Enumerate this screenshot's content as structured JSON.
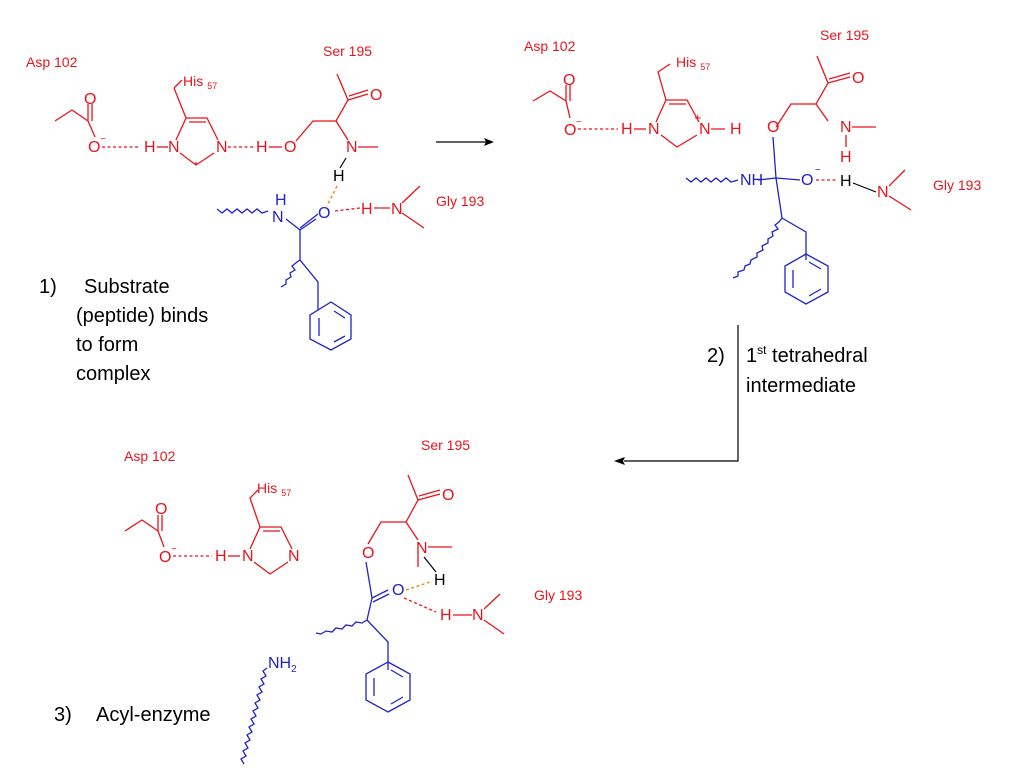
{
  "residues": {
    "asp": "Asp 102",
    "his": "His",
    "his_num": "57",
    "ser": "Ser 195",
    "gly": "Gly 193"
  },
  "atoms": {
    "O": "O",
    "O_minus": "O",
    "minus": "−",
    "H": "H",
    "N": "N",
    "plus": "+",
    "NH": "NH",
    "NH2": "NH",
    "two": "2"
  },
  "steps": {
    "step1_num": "1)",
    "step1_lines": [
      "Substrate",
      "(peptide) binds",
      "to form",
      "complex"
    ],
    "step2_num": "2)",
    "step2_line1_pre": "1",
    "step2_line1_sup": "st",
    "step2_line1_post": " tetrahedral",
    "step2_line2": "intermediate",
    "step3_num": "3)",
    "step3_label": "Acyl-enzyme"
  },
  "colors": {
    "enzyme": "#e8141c",
    "substrate": "#1f23c8",
    "hbond_substrate": "#e8951c",
    "text": "#000000"
  }
}
